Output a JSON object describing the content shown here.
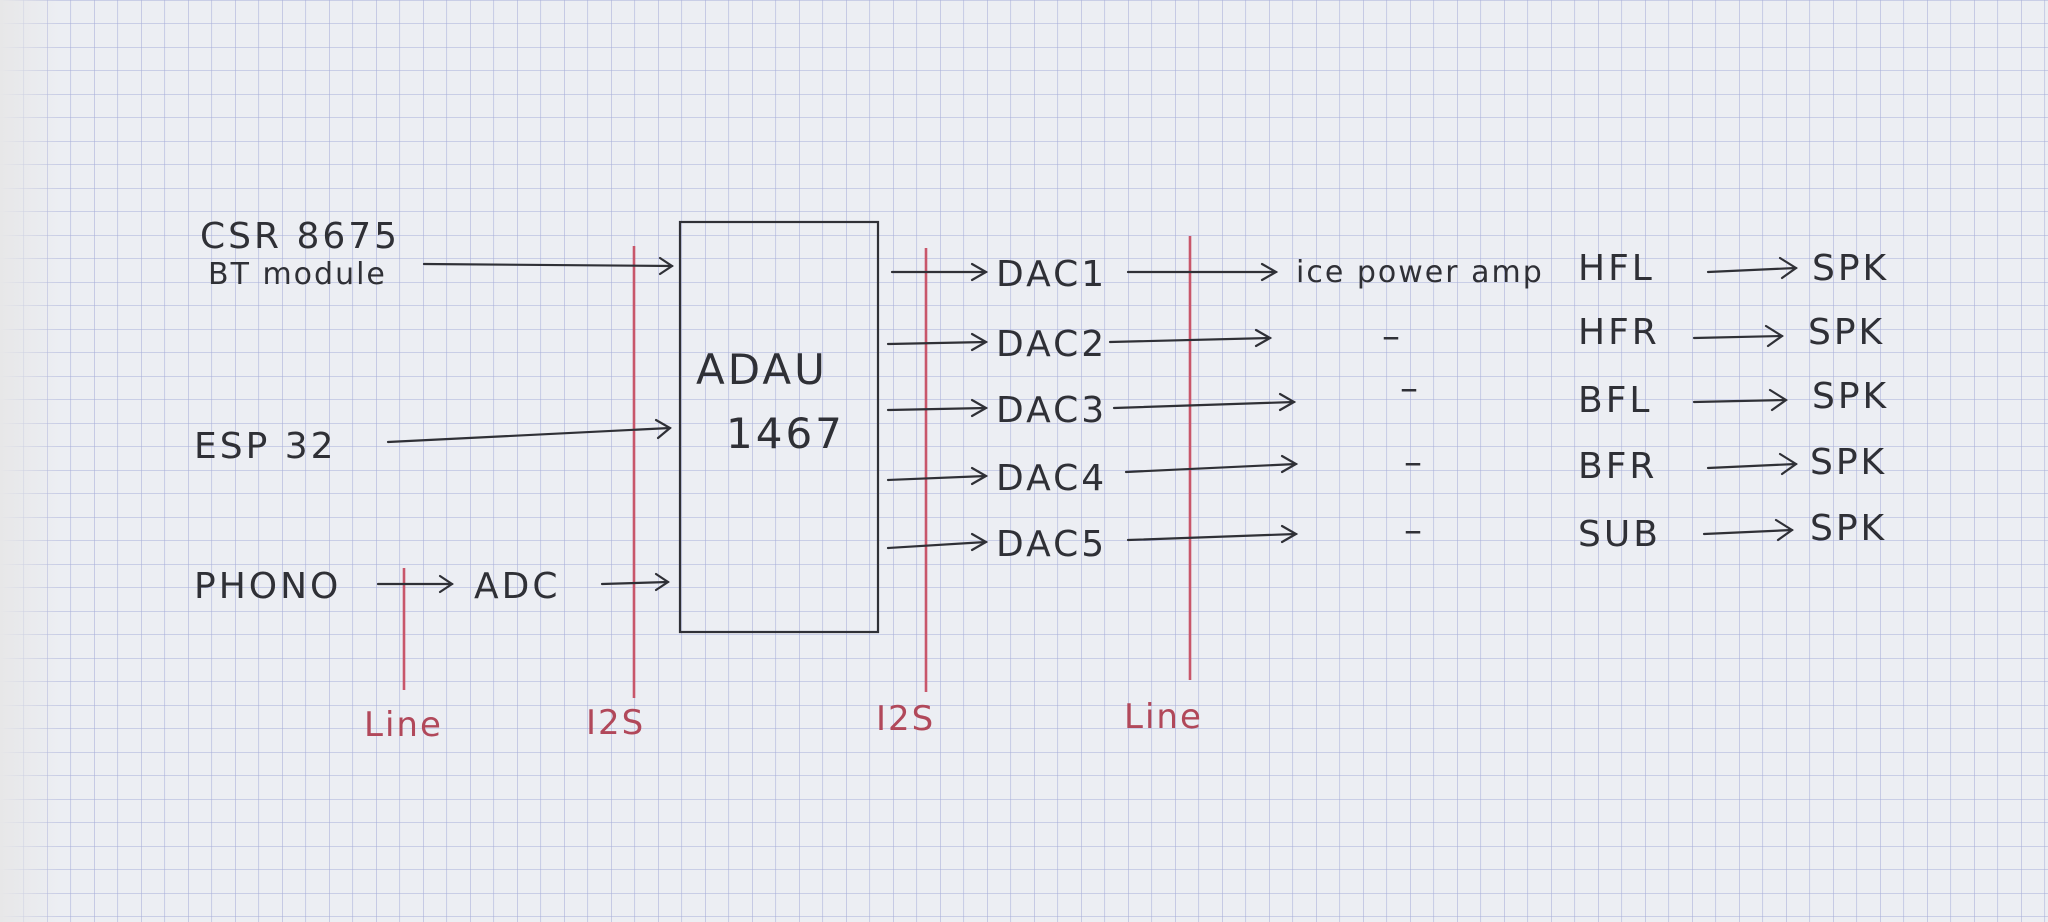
{
  "sources": {
    "csr_line1": "CSR 8675",
    "csr_line2": "BT module",
    "esp": "ESP 32",
    "phono": "PHONO",
    "adc": "ADC"
  },
  "dsp": {
    "line1": "ADAU",
    "line2": "1467"
  },
  "dacs": [
    "DAC1",
    "DAC2",
    "DAC3",
    "DAC4",
    "DAC5"
  ],
  "amp": "ice power amp",
  "amp_ditto": "–",
  "channels": [
    "HFL",
    "HFR",
    "BFL",
    "BFR",
    "SUB"
  ],
  "speaker": "SPK",
  "bus_labels": {
    "line_left": "Line",
    "i2s_left": "I2S",
    "i2s_right": "I2S",
    "line_right": "Line"
  },
  "colors": {
    "paper": "#eceef3",
    "grid": "#9ea6d6",
    "ink": "#2f3036",
    "red_ink": "#c8566a"
  }
}
